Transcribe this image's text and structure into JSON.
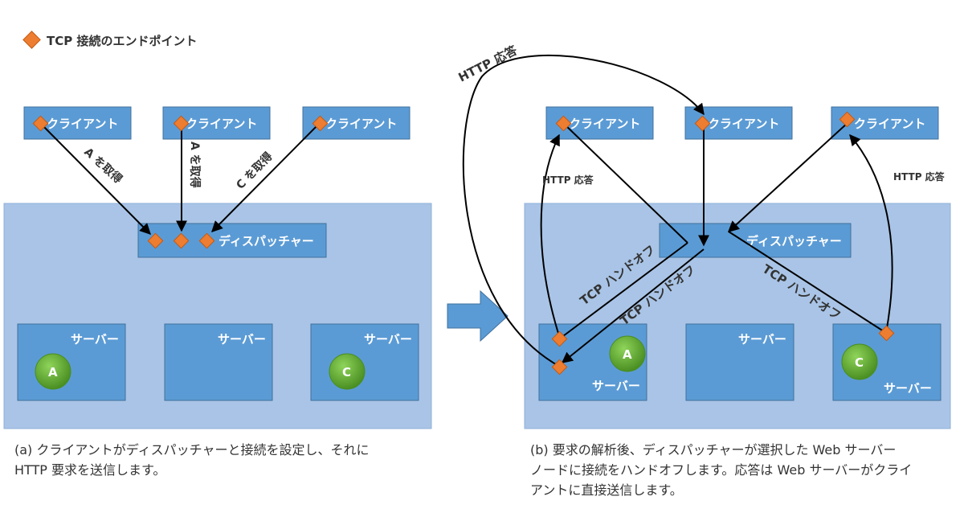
{
  "legend": {
    "label": "TCP 接続のエンドポイント"
  },
  "panel_a": {
    "clients": [
      "クライアント",
      "クライアント",
      "クライアント"
    ],
    "dispatcher": "ディスパッチャー",
    "servers": [
      "サーバー",
      "サーバー",
      "サーバー"
    ],
    "nodes": [
      "A",
      "C"
    ],
    "requests": [
      "A を取得",
      "A を取得",
      "C を取得"
    ],
    "caption_line1": "(a) クライアントがディスパッチャーと接続を設定し、それに",
    "caption_line2": "HTTP 要求を送信します。"
  },
  "panel_b": {
    "clients": [
      "クライアント",
      "クライアント",
      "クライアント"
    ],
    "dispatcher": "ディスパッチャー",
    "servers": [
      "サーバー",
      "サーバー",
      "サーバー"
    ],
    "nodes": [
      "A",
      "C"
    ],
    "http_response_top": "HTTP 応答",
    "http_response_left": "HTTP 応答",
    "http_response_right": "HTTP 応答",
    "handoff_1": "TCP ハンドオフ",
    "handoff_2": "TCP ハンドオフ",
    "handoff_3": "TCP ハンドオフ",
    "caption_line1": "(b) 要求の解析後、ディスパッチャーが選択した Web サーバー",
    "caption_line2": "ノードに接続をハンドオフします。応答は Web サーバーがクライ",
    "caption_line3": "アントに直接送信します。"
  },
  "colors": {
    "box": "#5b9bd5",
    "box_border": "#41719c",
    "region": "#a9c4e6",
    "endpoint": "#ed7d31",
    "node": "#5aa02c",
    "arrow": "#000000"
  }
}
